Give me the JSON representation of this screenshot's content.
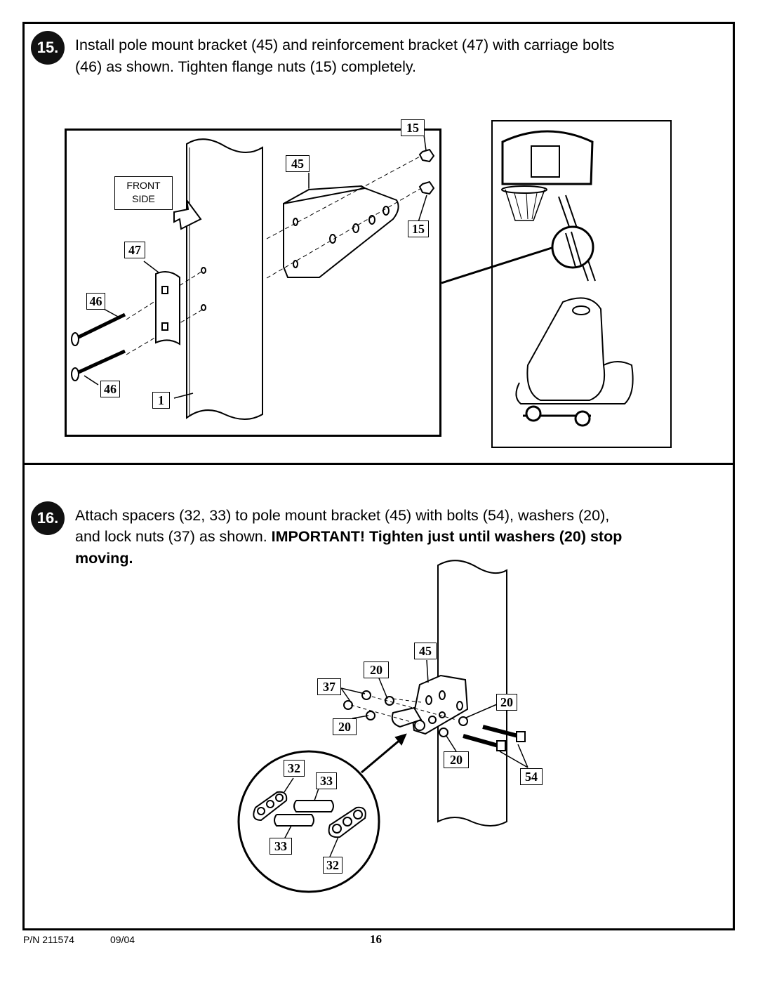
{
  "step15": {
    "number": "15.",
    "line1": "Install pole mount bracket (45) and reinforcement bracket (47) with carriage bolts",
    "line2": "(46) as shown.  Tighten flange nuts (15) completely.",
    "labels": {
      "nut_top": "15",
      "bracket": "45",
      "nut_bottom": "15",
      "reinforcement": "47",
      "bolt_top": "46",
      "bolt_bottom": "46",
      "pole": "1"
    },
    "front_side_line1": "FRONT",
    "front_side_line2": "SIDE"
  },
  "step16": {
    "number": "16.",
    "line1": "Attach spacers (32, 33) to pole mount bracket (45) with bolts (54), washers (20),",
    "line2_normal": "and lock nuts (37) as shown.  ",
    "line2_bold": "IMPORTANT!  Tighten just until washers (20) stop",
    "line3_bold": "moving.",
    "labels": {
      "bracket": "45",
      "washer_top": "20",
      "locknut": "37",
      "washer_right": "20",
      "washer_left": "20",
      "washer_bottom": "20",
      "bolts": "54",
      "spacer_plate_top": "32",
      "spacer_tube_top": "33",
      "spacer_tube_bottom": "33",
      "spacer_plate_bottom": "32"
    }
  },
  "footer": {
    "part_number": "P/N 211574",
    "date": "09/04",
    "page": "16"
  }
}
